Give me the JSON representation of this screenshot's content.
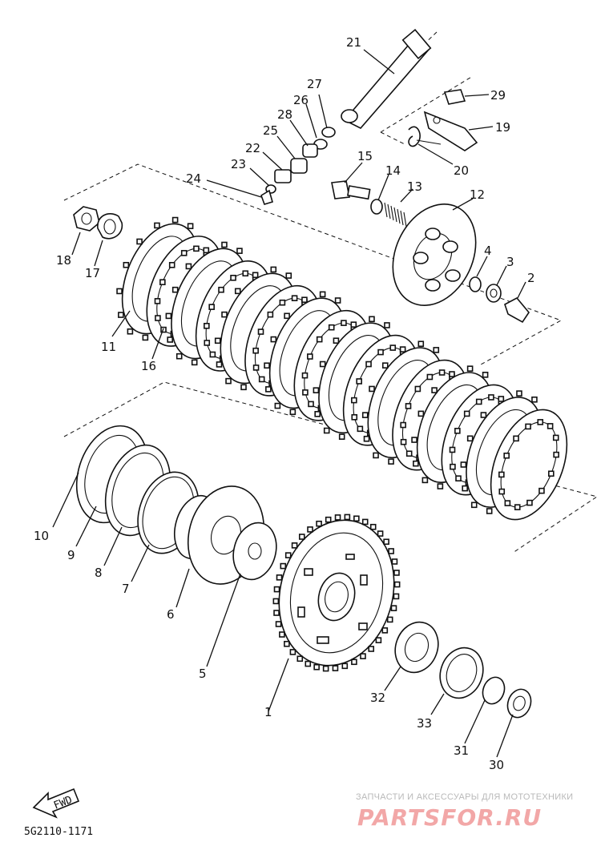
{
  "diagram": {
    "labels": [
      {
        "id": "21",
        "text": "21"
      },
      {
        "id": "27",
        "text": "27"
      },
      {
        "id": "26",
        "text": "26"
      },
      {
        "id": "28",
        "text": "28"
      },
      {
        "id": "25",
        "text": "25"
      },
      {
        "id": "22",
        "text": "22"
      },
      {
        "id": "23",
        "text": "23"
      },
      {
        "id": "24",
        "text": "24"
      },
      {
        "id": "29",
        "text": "29"
      },
      {
        "id": "19",
        "text": "19"
      },
      {
        "id": "20",
        "text": "20"
      },
      {
        "id": "15",
        "text": "15"
      },
      {
        "id": "14",
        "text": "14"
      },
      {
        "id": "13",
        "text": "13"
      },
      {
        "id": "12",
        "text": "12"
      },
      {
        "id": "4",
        "text": "4"
      },
      {
        "id": "3",
        "text": "3"
      },
      {
        "id": "2",
        "text": "2"
      },
      {
        "id": "18",
        "text": "18"
      },
      {
        "id": "17",
        "text": "17"
      },
      {
        "id": "11",
        "text": "11"
      },
      {
        "id": "16",
        "text": "16"
      },
      {
        "id": "10",
        "text": "10"
      },
      {
        "id": "9",
        "text": "9"
      },
      {
        "id": "8",
        "text": "8"
      },
      {
        "id": "7",
        "text": "7"
      },
      {
        "id": "6",
        "text": "6"
      },
      {
        "id": "5",
        "text": "5"
      },
      {
        "id": "1",
        "text": "1"
      },
      {
        "id": "32",
        "text": "32"
      },
      {
        "id": "33",
        "text": "33"
      },
      {
        "id": "31",
        "text": "31"
      },
      {
        "id": "30",
        "text": "30"
      }
    ],
    "arrow_text": "FWD",
    "drawing_code": "5G2110-1171"
  },
  "watermark": {
    "top_line": "ЗАПЧАСТИ И АКСЕССУАРЫ ДЛЯ МОТОТЕХНИКИ",
    "logo": "PARTSFOR.RU"
  }
}
